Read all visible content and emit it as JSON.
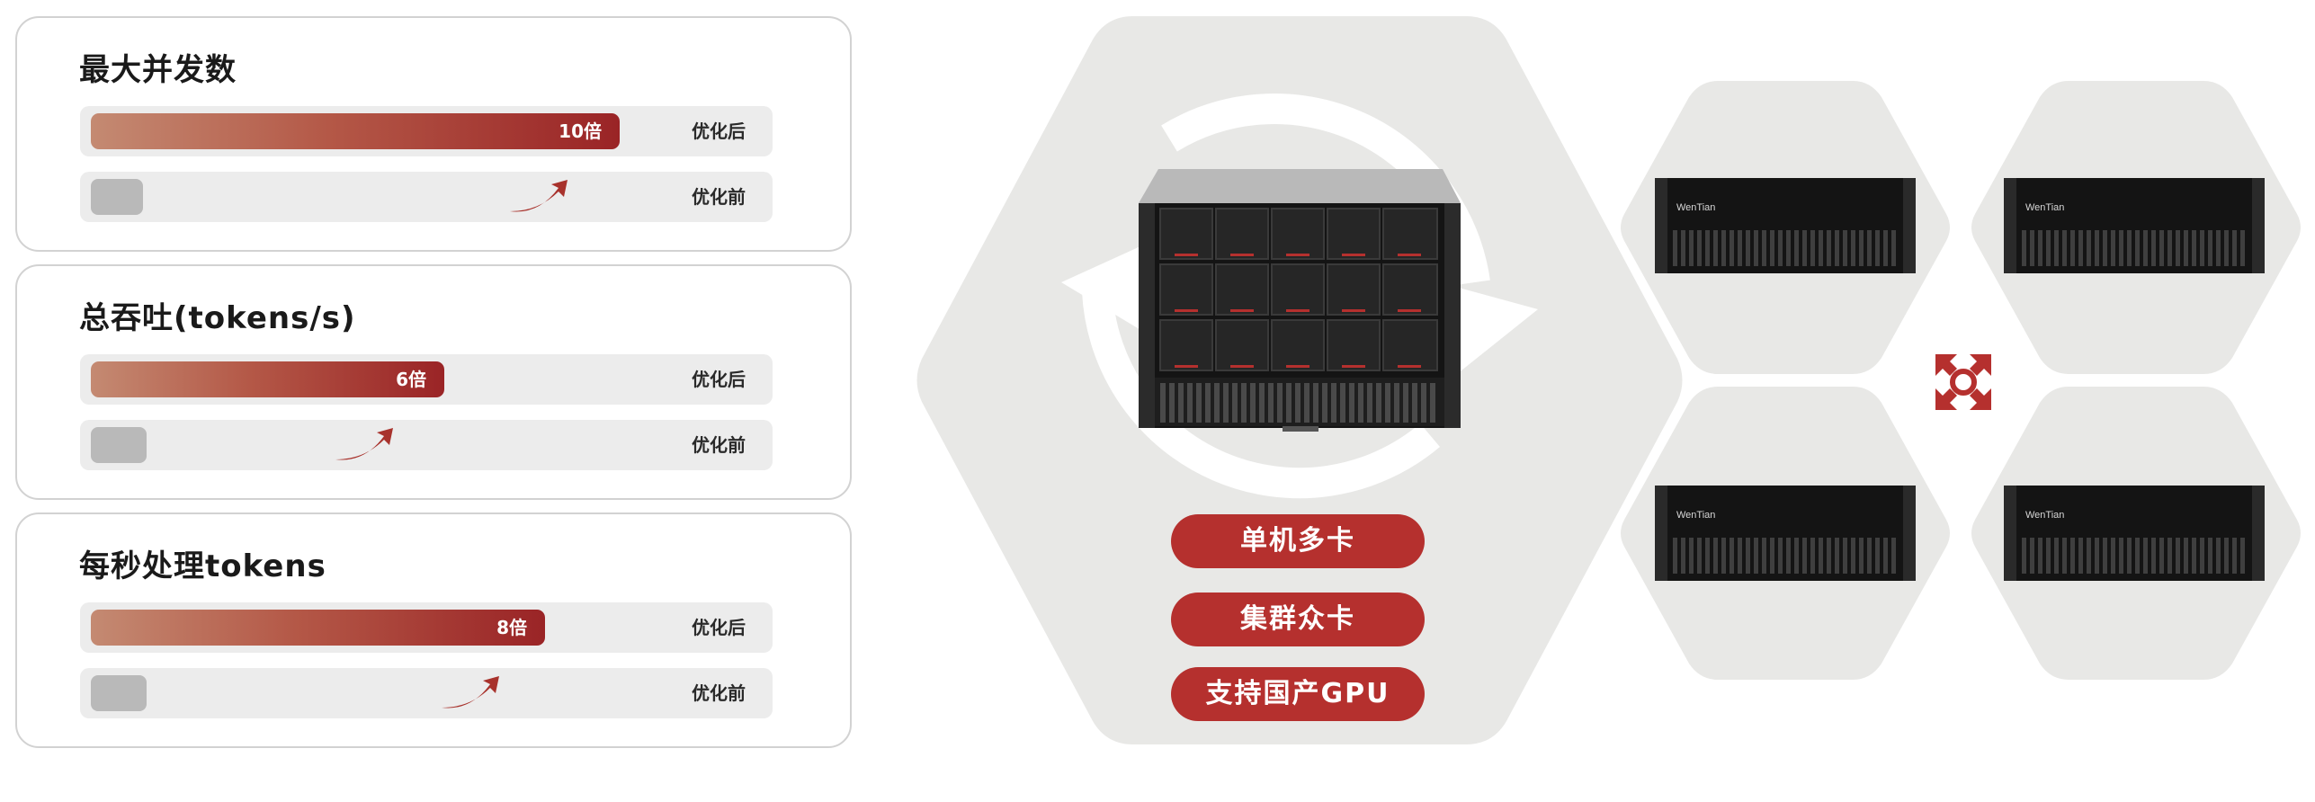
{
  "metrics": [
    {
      "title": "最大并发数",
      "after": {
        "label": "优化后",
        "value_text": "10倍",
        "fraction": 0.8
      },
      "before": {
        "label": "优化前"
      }
    },
    {
      "title": "总吞吐(tokens/s)",
      "after": {
        "label": "优化后",
        "value_text": "6倍",
        "fraction": 0.52
      },
      "before": {
        "label": "优化前"
      }
    },
    {
      "title": "每秒处理tokens",
      "after": {
        "label": "优化后",
        "value_text": "8倍",
        "fraction": 0.68
      },
      "before": {
        "label": "优化前"
      }
    }
  ],
  "features": [
    "单机多卡",
    "集群众卡",
    "支持国产GPU"
  ],
  "server_brand": "WenTian",
  "colors": {
    "accent": "#b5302e",
    "bar_start": "#c48a72",
    "bar_end": "#9a2426",
    "hex_bg": "#e8e8e6",
    "track_bg": "#ececec",
    "baseline": "#b9b9b9"
  },
  "icons": [
    "growth-arrow-icon",
    "refresh-cycle-icon",
    "expand-arrows-icon",
    "gpu-server-icon",
    "rack-server-icon"
  ]
}
